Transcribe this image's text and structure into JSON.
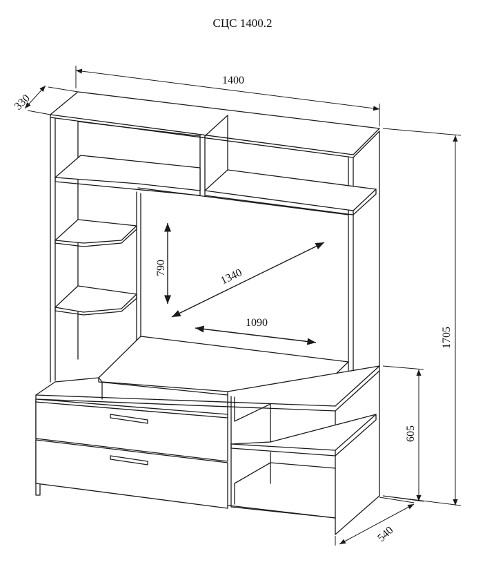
{
  "title": "СЦС 1400.2",
  "dimensions": {
    "width": "1400",
    "depth_top": "330",
    "height_total": "1705",
    "height_base": "605",
    "depth_base": "540",
    "screen_diagonal": "1340",
    "screen_height": "790",
    "screen_width": "1090"
  }
}
